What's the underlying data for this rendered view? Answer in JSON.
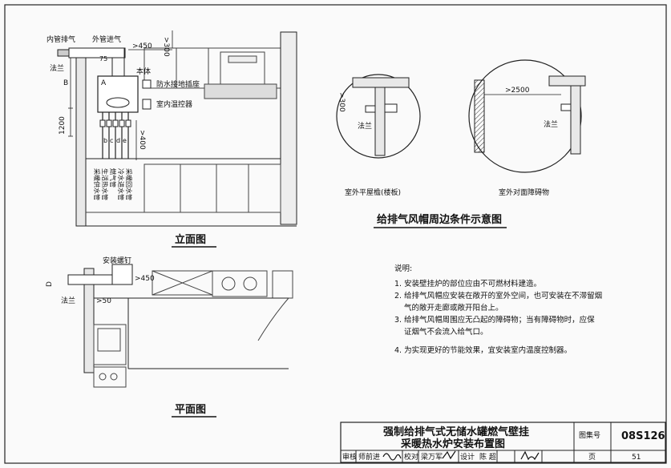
{
  "elevation": {
    "labels": {
      "inner_exhaust": "内管排气",
      "outer_intake": "外管进气",
      "flange": "法兰",
      "gt450": ">450",
      "gt300": ">300",
      "unit_a": "A",
      "dim_b": "B",
      "dim_75": "75",
      "body": "本体",
      "waterproof_socket": "防水接地插座",
      "indoor_thermostat": "室内温控器",
      "h1200": "1200",
      "gt400": ">400",
      "pipe_letters": [
        "b",
        "c",
        "d",
        "e"
      ],
      "pipes": [
        "采暖供水管",
        "生活热水管",
        "燃气管",
        "冷水进水管",
        "采暖回水管"
      ]
    },
    "title": "立面图"
  },
  "plan": {
    "labels": {
      "mount_screw": "安装螺钉",
      "gt450": ">450",
      "gt50": ">50",
      "flange": "法兰",
      "d_label": "D"
    },
    "title": "平面图"
  },
  "surround": {
    "left": {
      "dim": ">300",
      "flange": "法兰",
      "caption": "室外平屋檐(楼板)"
    },
    "right": {
      "dim": ">2500",
      "flange": "法兰",
      "caption": "室外对面障碍物"
    },
    "title": "给排气风帽周边条件示意图"
  },
  "notes": {
    "heading": "说明:",
    "items": [
      "1. 安装壁挂炉的部位应由不可燃材料建造。",
      "2. 给排气风帽应安装在敞开的室外空间，也可安装在不滞留烟",
      "气的敞开走廊或敞开阳台上。",
      "3. 给排气风帽周围应无凸起的障碍物；当有障碍物时，应保",
      "证烟气不会流入给气口。",
      "4. 为实现更好的节能效果，宜安装室内温度控制器。"
    ]
  },
  "title_block": {
    "title_line1": "强制给排气式无储水罐燃气壁挂",
    "title_line2": "采暖热水炉安装布置图",
    "atlas_no_label": "图集号",
    "atlas_no": "08S126",
    "review_label": "审核",
    "reviewer": "师前进",
    "check_label": "校对",
    "checker": "梁万军",
    "design_label": "设计",
    "designer": "陈 超",
    "page_label": "页",
    "page": "51"
  }
}
